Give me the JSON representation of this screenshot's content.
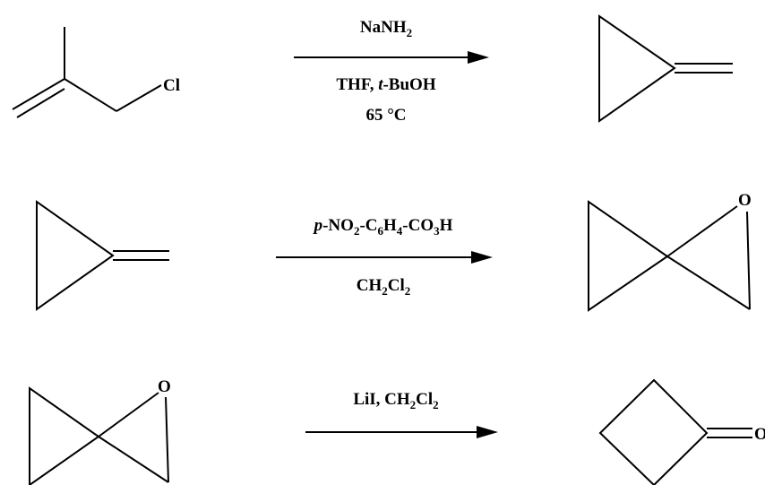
{
  "reactions": [
    {
      "conditions_above": "NaNH2",
      "conditions_below": [
        "THF, t-BuOH",
        "65 °C"
      ],
      "reactant_atoms": [
        "Cl"
      ],
      "product_atoms": []
    },
    {
      "conditions_above": "p-NO2-C6H4-CO3H",
      "conditions_below": [
        "CH2Cl2"
      ],
      "reactant_atoms": [],
      "product_atoms": [
        "O"
      ]
    },
    {
      "conditions_above": "LiI, CH2Cl2",
      "conditions_below": [],
      "reactant_atoms": [
        "O"
      ],
      "product_atoms": [
        "O"
      ]
    }
  ],
  "labels": {
    "r1_above": {
      "pre": "NaNH",
      "sub": "2"
    },
    "r1_below_1": {
      "pre": "THF, ",
      "it": "t",
      "post": "-BuOH"
    },
    "r1_below_2": "65 °C",
    "r2_above": {
      "p": "p",
      "a": "-NO",
      "s1": "2",
      "b": "-C",
      "s2": "6",
      "c": "H",
      "s3": "4",
      "d": "-CO",
      "s4": "3",
      "e": "H"
    },
    "r2_below": {
      "a": "CH",
      "s1": "2",
      "b": "Cl",
      "s2": "2"
    },
    "r3_above": {
      "a": "LiI, CH",
      "s1": "2",
      "b": "Cl",
      "s2": "2"
    },
    "atom_cl": "Cl",
    "atom_o_r2_product": "O",
    "atom_o_r3_reactant": "O",
    "atom_o_r3_product": "O"
  }
}
